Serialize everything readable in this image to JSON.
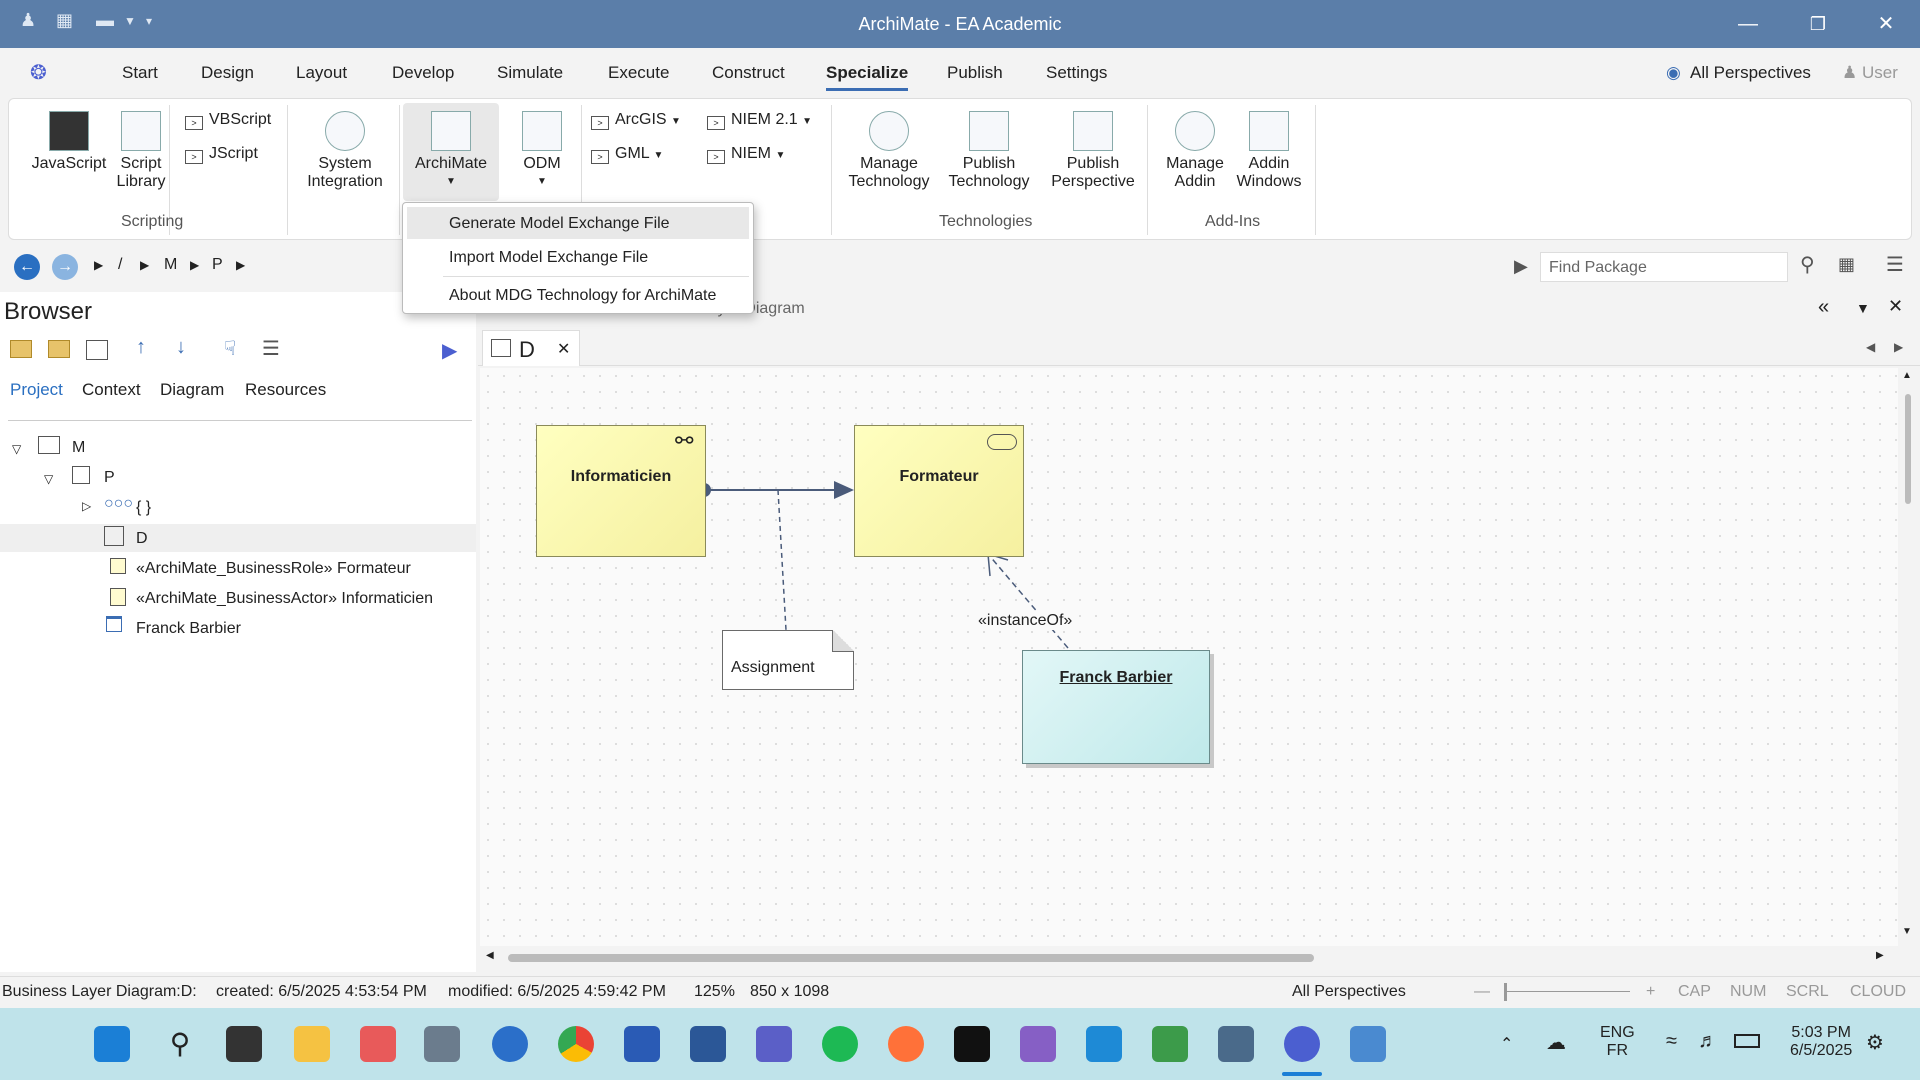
{
  "titlebar": {
    "title": "ArchiMate - EA Academic"
  },
  "menu": {
    "tabs": [
      "Start",
      "Design",
      "Layout",
      "Develop",
      "Simulate",
      "Execute",
      "Construct",
      "Specialize",
      "Publish",
      "Settings"
    ],
    "perspectives": "All Perspectives",
    "user": "User"
  },
  "ribbon": {
    "javascript": "JavaScript",
    "script_library_1": "Script",
    "script_library_2": "Library",
    "vbscript": "VBScript",
    "jscript": "JScript",
    "scripting_group": "Scripting",
    "system_integration_1": "System",
    "system_integration_2": "Integration",
    "archimate": "ArchiMate",
    "odm": "ODM",
    "arcgis": "ArcGIS",
    "gml": "GML",
    "niem21": "NIEM 2.1",
    "niem": "NIEM",
    "manage_technology_1": "Manage",
    "manage_technology_2": "Technology",
    "publish_technology_1": "Publish",
    "publish_technology_2": "Technology",
    "publish_perspective_1": "Publish",
    "publish_perspective_2": "Perspective",
    "technologies_group": "Technologies",
    "manage_addin_1": "Manage",
    "manage_addin_2": "Addin",
    "addin_windows_1": "Addin",
    "addin_windows_2": "Windows",
    "addins_group": "Add-Ins"
  },
  "dropdown": {
    "items": [
      "Generate Model Exchange File",
      "Import Model Exchange File",
      "About MDG Technology for ArchiMate"
    ]
  },
  "navbar": {
    "path": [
      "/",
      "M",
      "P"
    ],
    "find_placeholder": "Find Package"
  },
  "browser": {
    "title": "Browser",
    "tabs": [
      "Project",
      "Context",
      "Diagram",
      "Resources"
    ],
    "tree": {
      "m": "M",
      "p": "P",
      "braces": "{ }",
      "d": "D",
      "formateur": "«ArchiMate_BusinessRole» Formateur",
      "informaticien": "«ArchiMate_BusinessActor» Informaticien",
      "franck": "Franck Barbier"
    }
  },
  "diagram": {
    "breadcrumb": "D: Business Layer Diagram",
    "tab": "D",
    "informaticien": "Informaticien",
    "formateur": "Formateur",
    "assignment": "Assignment",
    "instanceof": "«instanceOf»",
    "franck": "Franck Barbier"
  },
  "status": {
    "diagram": "Business Layer Diagram:D:",
    "created": "created: 6/5/2025 4:53:54 PM",
    "modified": "modified: 6/5/2025 4:59:42 PM",
    "zoom": "125%",
    "size": "850 x 1098",
    "perspectives": "All Perspectives",
    "cap": "CAP",
    "num": "NUM",
    "scrl": "SCRL",
    "cloud": "CLOUD"
  },
  "taskbar": {
    "lang1": "ENG",
    "lang2": "FR",
    "time": "5:03 PM",
    "date": "6/5/2025"
  }
}
